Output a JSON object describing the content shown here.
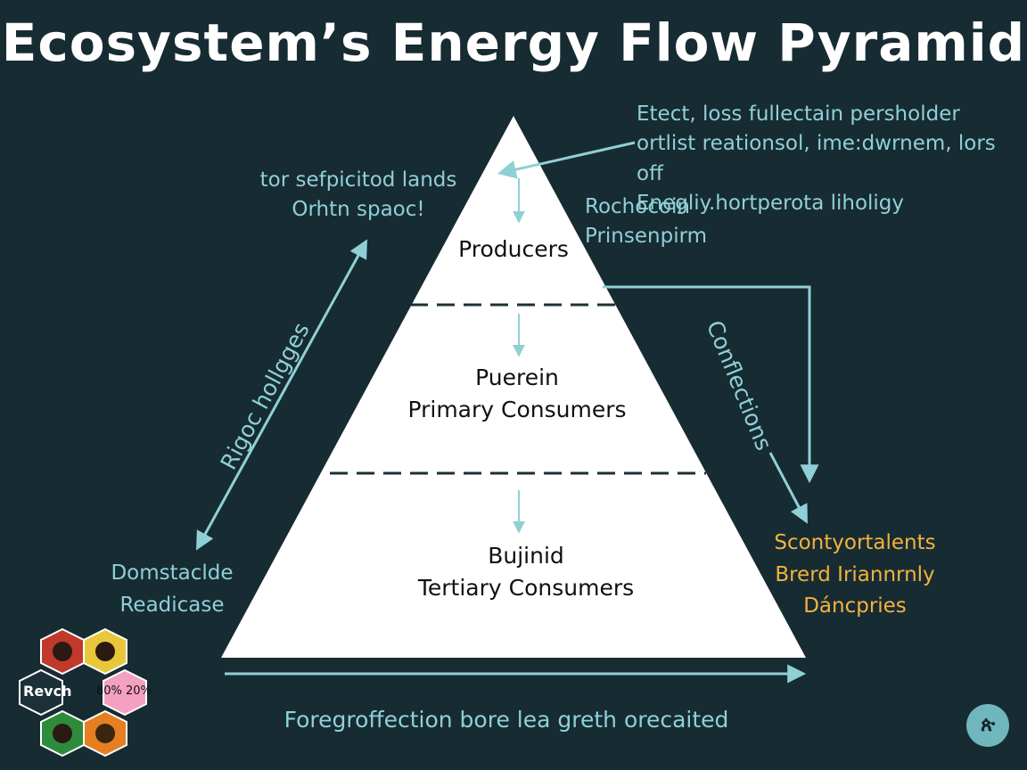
{
  "title": "Ecosystem’s Energy Flow Pyramid",
  "notes": {
    "top_right": [
      "Etect, loss fullectain persholder",
      "ortlist reationsol, ime:dwrnem, lors off",
      "Enegliy.hortperota liholigy"
    ],
    "top_left": [
      "tor sefpicitod lands",
      "Orhtn spaoc!"
    ],
    "right_label": [
      "Rochocoin",
      "Prinsenpirm"
    ],
    "bottom_left": [
      "Domstaclde",
      "Readicase"
    ],
    "bottom_right": [
      "Scontyortalents",
      "Brerd Iriannrnly",
      "Dáncpries"
    ],
    "bottom": "Foregroffection bore lea greth orecaited",
    "left_side": "Rigoc hollgges",
    "right_side": "Conflections"
  },
  "pyramid": {
    "tiers": [
      {
        "lines": [
          "Producers"
        ]
      },
      {
        "lines": [
          "Puerein",
          "Primary  Consumers"
        ]
      },
      {
        "lines": [
          "Bujinid",
          "Tertiary  Consumers"
        ]
      }
    ]
  },
  "legend": {
    "center_label": "Revch",
    "percent_label": "80% 20%"
  },
  "badge": "ጵ",
  "colors": {
    "background": "#172b33",
    "accent": "#8fd0d6",
    "highlight": "#f2b33d",
    "pyramid": "#ffffff"
  }
}
